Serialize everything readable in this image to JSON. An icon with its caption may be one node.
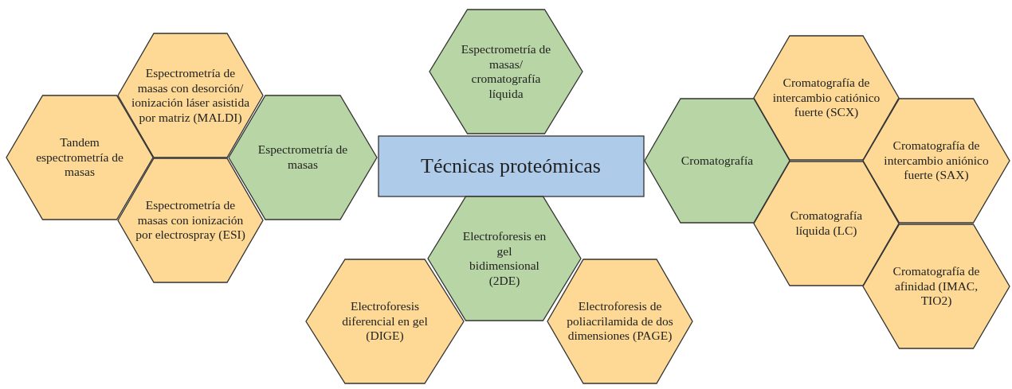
{
  "diagram": {
    "nodes": [
      {
        "text": [
          "Tandem espectrometría de masas"
        ]
      },
      {
        "text": [
          "Espectrometría de masas con desorción/ ionización láser asistida por matriz (MALDI)"
        ]
      },
      {
        "text": [
          "Espectrometría de masas con ionización por electrospray (ESI)"
        ]
      },
      {
        "text": [
          "Espectrometría de masas"
        ]
      },
      {
        "text": [
          "Técnicas proteómicas"
        ]
      },
      {
        "text": [
          "Espectrometría de masas/ cromatografía líquida"
        ]
      },
      {
        "text": [
          "Electroforesis en gel bidimensional (2DE)"
        ]
      },
      {
        "text": [
          "Electroforesis diferencial en gel (DIGE)"
        ]
      },
      {
        "text": [
          "Electroforesis de poliacrilamida de dos dimensiones (PAGE)"
        ]
      },
      {
        "text": [
          "Cromatografía"
        ]
      },
      {
        "text": [
          "Cromatografía de intercambio catiónico fuerte (SCX)"
        ]
      },
      {
        "text": [
          "Cromatografía de intercambio aniónico fuerte (SAX)"
        ]
      },
      {
        "text": [
          "Cromatografía líquida (LC)"
        ]
      },
      {
        "text": [
          "Cromatografía de afinidad (IMAC, TIO2)"
        ]
      }
    ]
  }
}
